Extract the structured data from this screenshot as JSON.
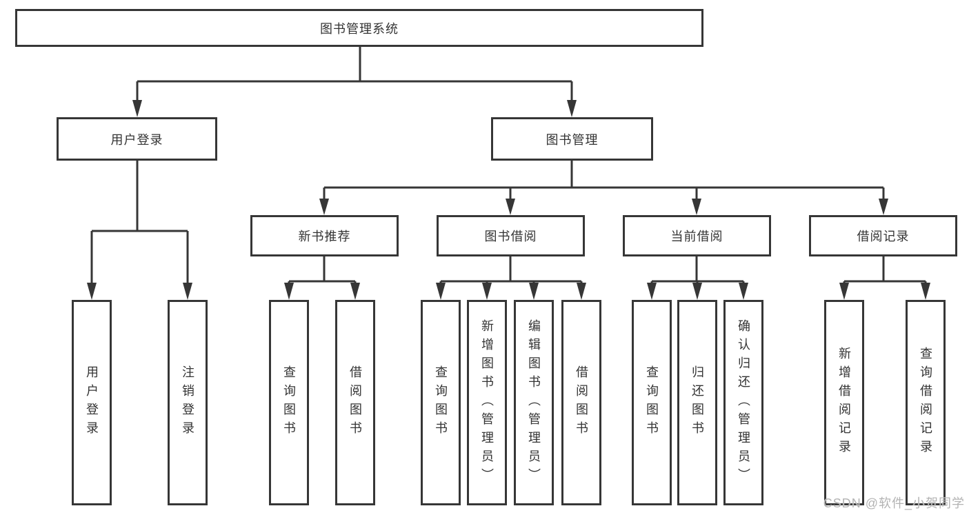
{
  "tree": {
    "label": "图书管理系统",
    "children": [
      {
        "label": "用户登录",
        "children": [
          {
            "label": "用户登录"
          },
          {
            "label": "注销登录"
          }
        ]
      },
      {
        "label": "图书管理",
        "children": [
          {
            "label": "新书推荐",
            "children": [
              {
                "label": "查询图书"
              },
              {
                "label": "借阅图书"
              }
            ]
          },
          {
            "label": "图书借阅",
            "children": [
              {
                "label": "查询图书"
              },
              {
                "label": "新增图书（管理员）"
              },
              {
                "label": "编辑图书（管理员）"
              },
              {
                "label": "借阅图书"
              }
            ]
          },
          {
            "label": "当前借阅",
            "children": [
              {
                "label": "查询图书"
              },
              {
                "label": "归还图书"
              },
              {
                "label": "确认归还（管理员）"
              }
            ]
          },
          {
            "label": "借阅记录",
            "children": [
              {
                "label": "新增借阅记录"
              },
              {
                "label": "查询借阅记录"
              }
            ]
          }
        ]
      }
    ]
  },
  "watermark": {
    "text": "CSDN @软件_小贺同学"
  },
  "colors": {
    "line": "#363636",
    "box_border": "#363636",
    "text": "#333333",
    "background": "#ffffff",
    "watermark": "#b3b3b3"
  }
}
